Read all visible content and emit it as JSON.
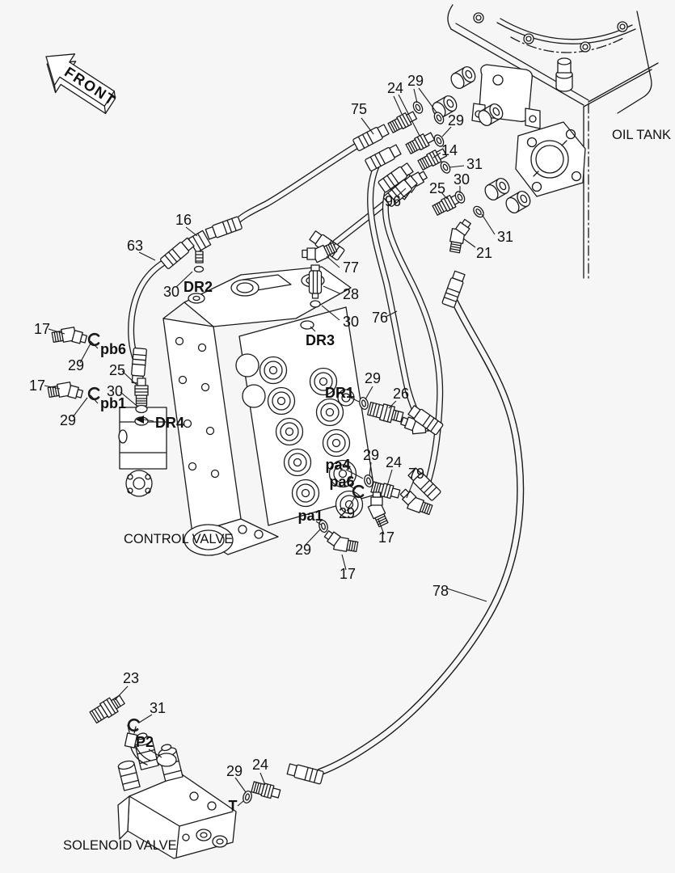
{
  "diagram": {
    "front_marker": "FRONT",
    "areas": {
      "oil_tank": "OIL TANK",
      "control_valve": "CONTROL VALVE",
      "solenoid_valve": "SOLENOID VALVE"
    },
    "callouts": {
      "n14": "14",
      "n16": "16",
      "n17": "17",
      "n21": "21",
      "n23": "23",
      "n24": "24",
      "n25": "25",
      "n26": "26",
      "n28": "28",
      "n29": "29",
      "n30": "30",
      "n31": "31",
      "n63": "63",
      "n75": "75",
      "n76": "76",
      "n77": "77",
      "n78": "78",
      "n79": "79",
      "n96": "96"
    },
    "ports": {
      "dr1": "DR1",
      "dr2": "DR2",
      "dr3": "DR3",
      "dr4": "DR4",
      "pa1": "pa1",
      "pa4": "pa4",
      "pa6": "pa6",
      "pb1": "pb1",
      "pb6": "pb6",
      "p2": "P2",
      "t": "T"
    },
    "colors": {
      "line": "#1a1a1a",
      "background": "#f6f6f6",
      "paper": "#ffffff"
    }
  }
}
